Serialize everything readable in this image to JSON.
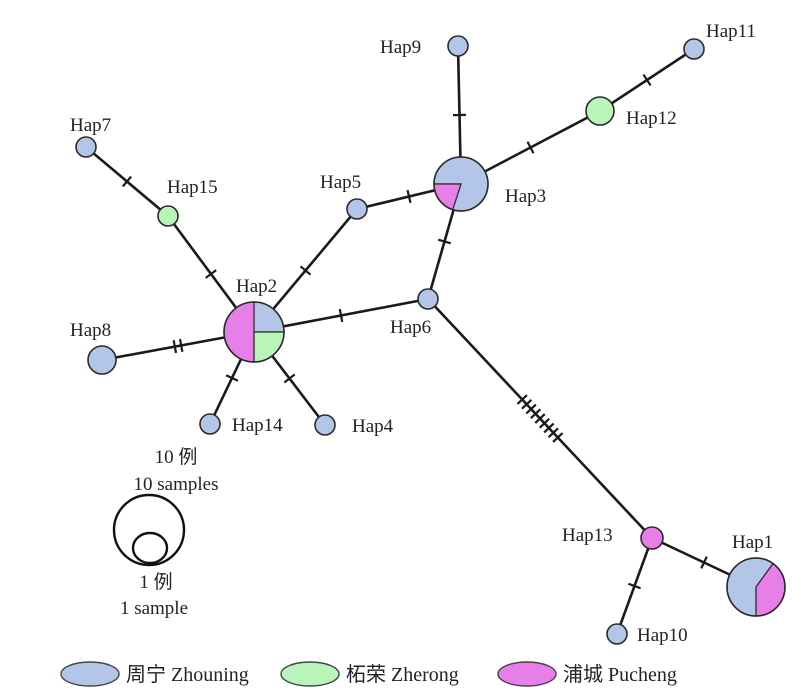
{
  "colors": {
    "zhouning": "#b4c6e7",
    "zherong": "#b9f5b9",
    "pucheng": "#e87ee8",
    "edge": "#1a1a1a"
  },
  "haplotypes": [
    {
      "id": "Hap1",
      "label": "Hap1",
      "counts": {
        "zhouning": 3,
        "pucheng": 2
      }
    },
    {
      "id": "Hap2",
      "label": "Hap2",
      "counts": {
        "zherong": 1,
        "zhouning": 1,
        "pucheng": 2
      }
    },
    {
      "id": "Hap3",
      "label": "Hap3",
      "counts": {
        "zhouning": 4,
        "pucheng": 1
      }
    },
    {
      "id": "Hap4",
      "label": "Hap4",
      "counts": {
        "zhouning": 1
      }
    },
    {
      "id": "Hap5",
      "label": "Hap5",
      "counts": {
        "zhouning": 1
      }
    },
    {
      "id": "Hap6",
      "label": "Hap6",
      "counts": {
        "zhouning": 1
      }
    },
    {
      "id": "Hap7",
      "label": "Hap7",
      "counts": {
        "zhouning": 1
      }
    },
    {
      "id": "Hap8",
      "label": "Hap8",
      "counts": {
        "zhouning": 2
      }
    },
    {
      "id": "Hap9",
      "label": "Hap9",
      "counts": {
        "zhouning": 1
      }
    },
    {
      "id": "Hap10",
      "label": "Hap10",
      "counts": {
        "zhouning": 1
      }
    },
    {
      "id": "Hap11",
      "label": "Hap11",
      "counts": {
        "zhouning": 1
      }
    },
    {
      "id": "Hap12",
      "label": "Hap12",
      "counts": {
        "zherong": 2
      }
    },
    {
      "id": "Hap13",
      "label": "Hap13",
      "counts": {
        "pucheng": 1
      }
    },
    {
      "id": "Hap14",
      "label": "Hap14",
      "counts": {
        "zhouning": 1
      }
    },
    {
      "id": "Hap15",
      "label": "Hap15",
      "counts": {
        "zherong": 1
      }
    }
  ],
  "edges": [
    {
      "from": "Hap7",
      "to": "Hap15",
      "mutations": 1
    },
    {
      "from": "Hap15",
      "to": "Hap2",
      "mutations": 1
    },
    {
      "from": "Hap8",
      "to": "Hap2",
      "mutations": 2
    },
    {
      "from": "Hap14",
      "to": "Hap2",
      "mutations": 1
    },
    {
      "from": "Hap4",
      "to": "Hap2",
      "mutations": 1
    },
    {
      "from": "Hap2",
      "to": "Hap5",
      "mutations": 1
    },
    {
      "from": "Hap2",
      "to": "Hap6",
      "mutations": 1
    },
    {
      "from": "Hap5",
      "to": "Hap3",
      "mutations": 1
    },
    {
      "from": "Hap6",
      "to": "Hap3",
      "mutations": 1
    },
    {
      "from": "Hap9",
      "to": "Hap3",
      "mutations": 1
    },
    {
      "from": "Hap3",
      "to": "Hap12",
      "mutations": 1
    },
    {
      "from": "Hap12",
      "to": "Hap11",
      "mutations": 1
    },
    {
      "from": "Hap6",
      "to": "Hap13",
      "mutations": 9
    },
    {
      "from": "Hap13",
      "to": "Hap1",
      "mutations": 1
    },
    {
      "from": "Hap13",
      "to": "Hap10",
      "mutations": 1
    }
  ],
  "scale": {
    "large_cn": "10 例",
    "large_en": "10 samples",
    "small_cn": "1 例",
    "small_en": "1 sample"
  },
  "legend": [
    {
      "key": "zhouning",
      "label": "周宁 Zhouning"
    },
    {
      "key": "zherong",
      "label": "柘荣 Zherong"
    },
    {
      "key": "pucheng",
      "label": "浦城 Pucheng"
    }
  ]
}
